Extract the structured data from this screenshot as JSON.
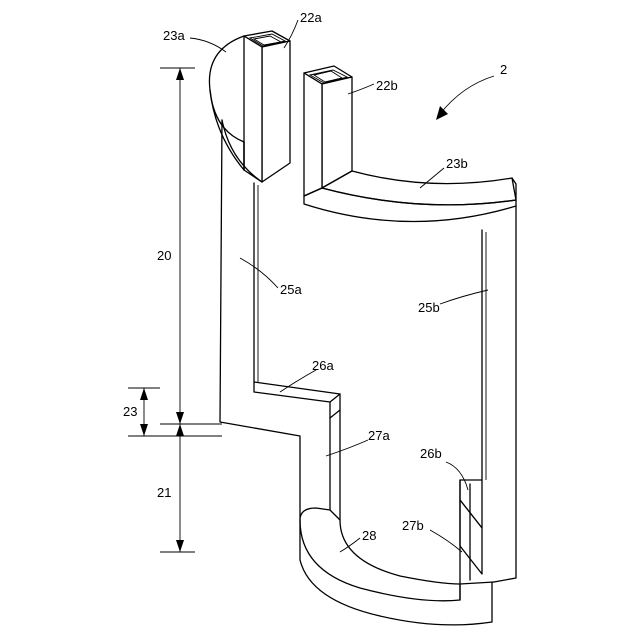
{
  "figure": {
    "labels": {
      "ref_2": "2",
      "ref_20": "20",
      "ref_21": "21",
      "ref_22a": "22a",
      "ref_22b": "22b",
      "ref_23": "23",
      "ref_23a": "23a",
      "ref_23b": "23b",
      "ref_25a": "25a",
      "ref_25b": "25b",
      "ref_26a": "26a",
      "ref_26b": "26b",
      "ref_27a": "27a",
      "ref_27b": "27b",
      "ref_28": "28"
    }
  }
}
